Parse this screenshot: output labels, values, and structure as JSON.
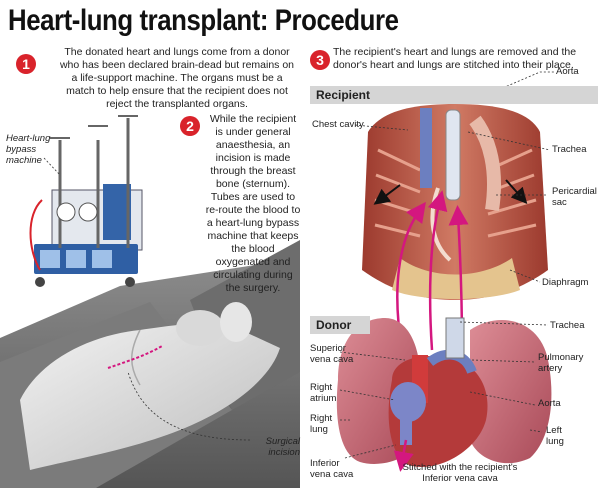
{
  "title": "Heart-lung transplant: Procedure",
  "steps": [
    {
      "number": "1",
      "text": "The donated heart and lungs come from a donor who has been declared brain-dead but remains on a life-support machine. The organs must be a match to help ensure that the recipient does not reject the transplanted organs."
    },
    {
      "number": "2",
      "text": "While the recipient is under general anaesthesia, an incision is made through the breast bone (sternum). Tubes are used to re-route the blood to a heart-lung bypass machine that keeps the blood oxygenated and circulating during the surgery."
    },
    {
      "number": "3",
      "text": "The recipient's heart and lungs are removed and the donor's heart and lungs are stitched into their place."
    }
  ],
  "labels": {
    "bypass_machine": "Heart-lung bypass machine",
    "surgical_incision": "Surgical incision",
    "recipient_header": "Recipient",
    "donor_header": "Donor",
    "chest_cavity": "Chest cavity",
    "aorta_top": "Aorta",
    "trachea_top": "Trachea",
    "pericardial_sac": "Pericardial sac",
    "diaphragm": "Diaphragm",
    "trachea_donor": "Trachea",
    "superior_vena_cava": "Superior vena cava",
    "pulmonary_artery": "Pulmonary artery",
    "right_atrium": "Right atrium",
    "aorta_donor": "Aorta",
    "right_lung": "Right lung",
    "left_lung": "Left lung",
    "inferior_vena_cava": "Inferior vena cava",
    "stitched_note": "Stitched with the recipient's Inferior vena cava"
  },
  "colors": {
    "accent_red": "#d9232b",
    "arrow_magenta": "#d4177f",
    "chest_red": "#b84a3a",
    "lung_pink": "#c86b78",
    "vessel_blue": "#6c7fc0",
    "section_gray": "#d5d5d5"
  }
}
